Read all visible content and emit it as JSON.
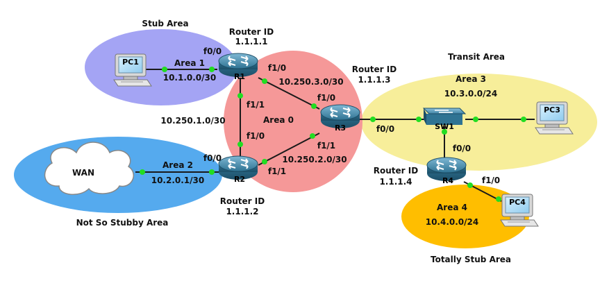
{
  "colors": {
    "stub_area": "#a4a4f4",
    "nssa_area": "#55aaee",
    "area0": "#f59898",
    "transit_area": "#f7ee9a",
    "totally_stub_area": "#ffbe00",
    "link_dot": "#22dd22"
  },
  "area_labels": {
    "stub_area": "Stub Area",
    "nssa": "Not So Stubby Area",
    "transit_area": "Transit Area",
    "totally_stub_area": "Totally Stub Area",
    "area0": "Area 0",
    "area1": "Area 1",
    "area2": "Area 2",
    "area3": "Area 3",
    "area4": "Area 4"
  },
  "subnets": {
    "area1": "10.1.0.0/30",
    "area2": "10.2.0.1/30",
    "area3": "10.3.0.0/24",
    "area4": "10.4.0.0/24",
    "r1_r2": "10.250.1.0/30",
    "r1_r3": "10.250.3.0/30",
    "r2_r3": "10.250.2.0/30"
  },
  "router_id_label": "Router ID",
  "routers": {
    "r1": {
      "name": "R1",
      "id": "1.1.1.1"
    },
    "r2": {
      "name": "R2",
      "id": "1.1.1.2"
    },
    "r3": {
      "name": "R3",
      "id": "1.1.1.3"
    },
    "r4": {
      "name": "R4",
      "id": "1.1.1.4"
    }
  },
  "interfaces": {
    "r1_f00": "f0/0",
    "r1_f10": "f1/0",
    "r1_f11": "f1/1",
    "r2_f00": "f0/0",
    "r2_f10": "f1/0",
    "r2_f11": "f1/1",
    "r3_f10": "f1/0",
    "r3_f11": "f1/1",
    "r3_f00": "f0/0",
    "r4_f00": "f0/0",
    "r4_f10": "f1/0"
  },
  "devices": {
    "sw1": "SW1",
    "pc1": "PC1",
    "pc3": "PC3",
    "pc4": "PC4",
    "wan": "WAN"
  },
  "icons": {
    "router": "router-icon",
    "switch": "switch-icon",
    "pc": "pc-icon",
    "cloud": "cloud-icon"
  }
}
